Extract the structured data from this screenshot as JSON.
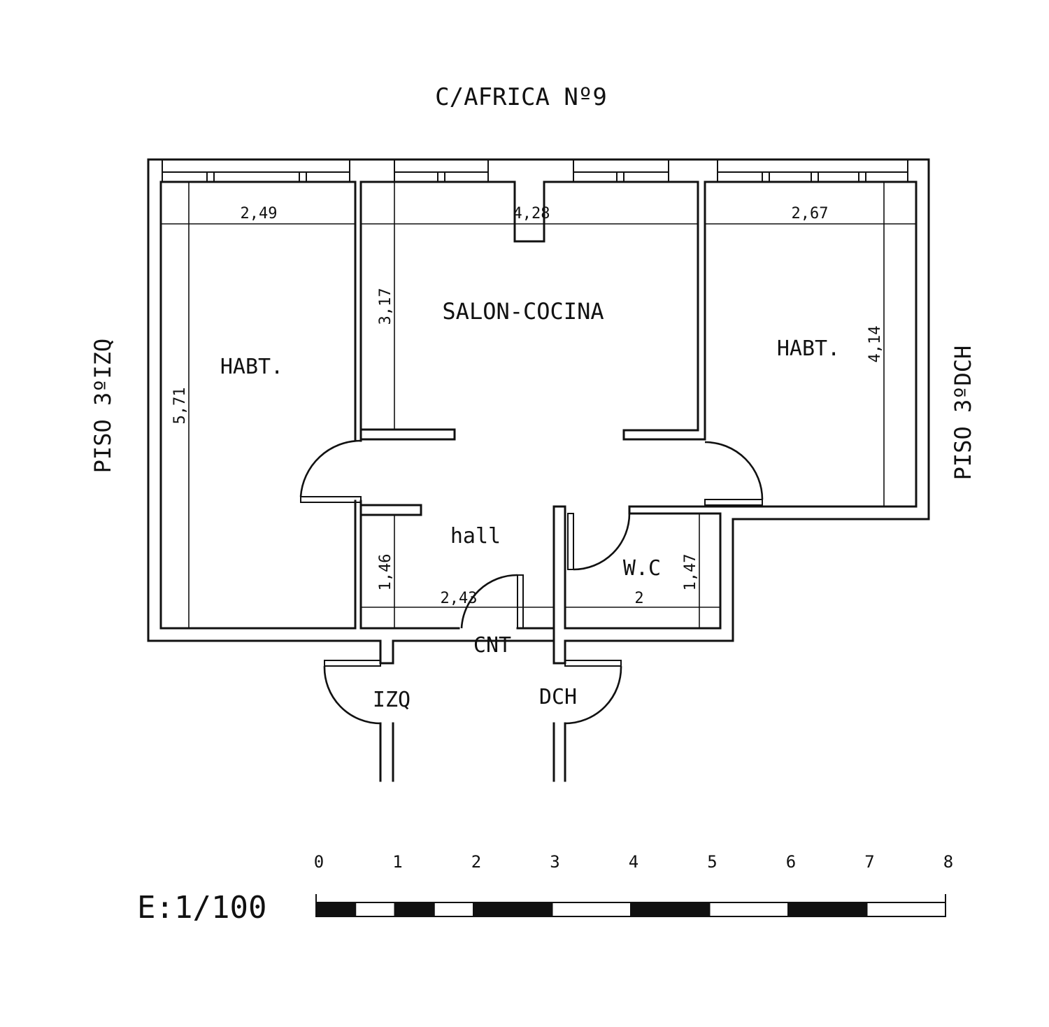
{
  "title": "C/AFRICA Nº9",
  "neighbors": {
    "left": "PISO 3ºIZQ",
    "right": "PISO 3ºDCH"
  },
  "rooms": {
    "bedroom_left": "HABT.",
    "living_kitchen": "SALON-COCINA",
    "bedroom_right": "HABT.",
    "hall": "hall",
    "wc": "W.C",
    "landing": "CNT",
    "door_left": "IZQ",
    "door_right": "DCH"
  },
  "dimensions": {
    "bedroom_left_width": "2,49",
    "bedroom_left_depth": "5,71",
    "living_width": "4,28",
    "living_depth": "3,17",
    "bedroom_right_width": "2,67",
    "bedroom_right_depth": "4,14",
    "hall_depth": "1,46",
    "hall_width": "2,43",
    "wc_width": "2",
    "wc_depth": "1,47"
  },
  "scale": {
    "label": "E:1/100",
    "ticks": [
      "0",
      "1",
      "2",
      "3",
      "4",
      "5",
      "6",
      "7",
      "8"
    ]
  },
  "colors": {
    "line": "#111111",
    "background": "#ffffff"
  }
}
